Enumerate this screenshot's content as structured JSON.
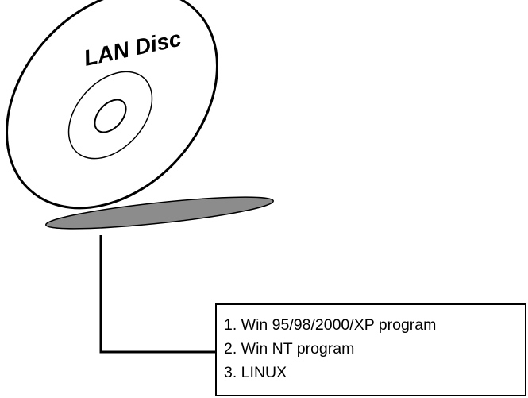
{
  "disc": {
    "label": "LAN Disc",
    "colors": {
      "disc_fill": "#ffffff",
      "outline": "#000000",
      "shadow": "#8c8c8c"
    }
  },
  "contents": {
    "items": [
      "1. Win 95/98/2000/XP program",
      "2. Win NT program",
      "3. LINUX"
    ]
  }
}
